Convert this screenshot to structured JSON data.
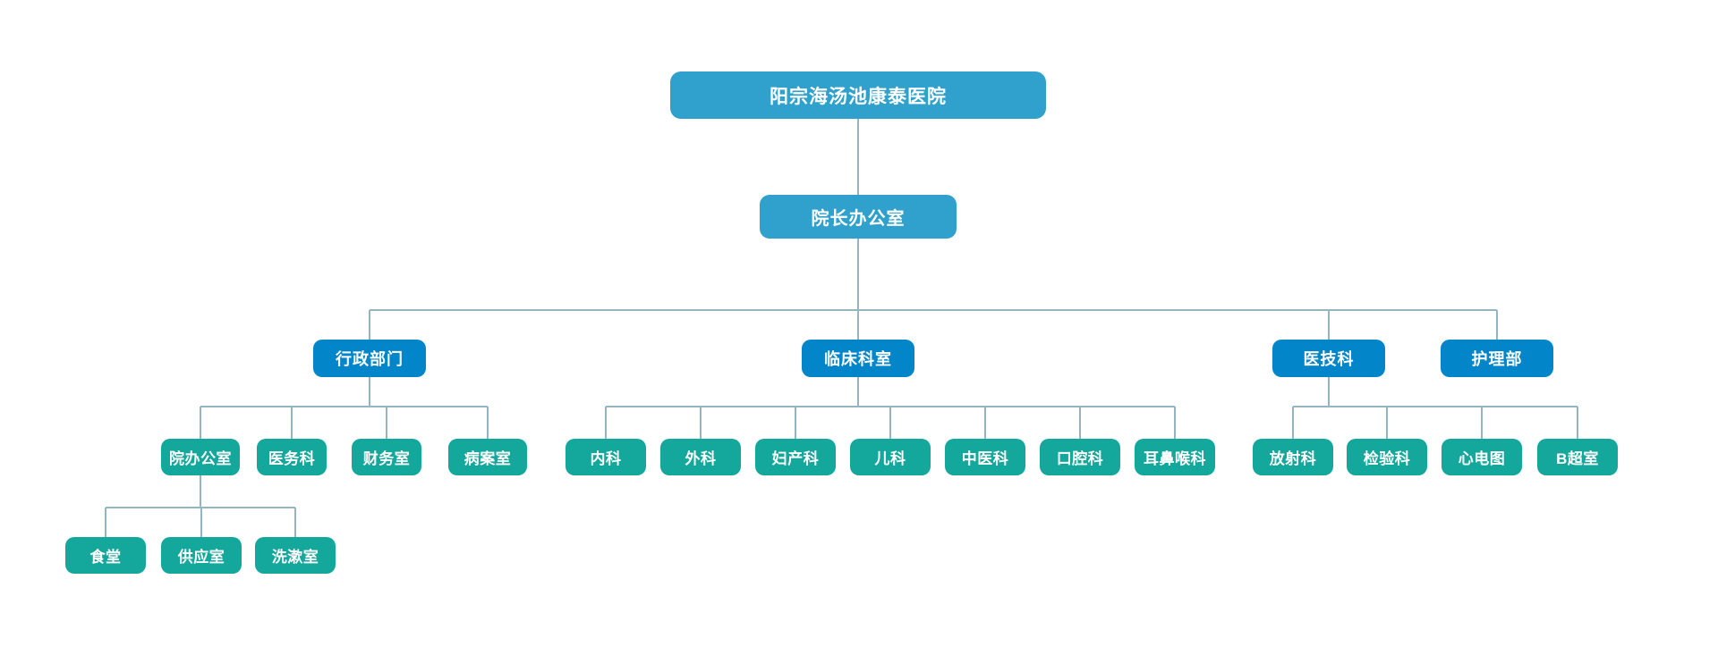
{
  "org_chart": {
    "title": "阳宗海汤池康泰医院",
    "root": {
      "label": "阳宗海汤池康泰医院"
    },
    "director": {
      "label": "院长办公室"
    },
    "branches": [
      {
        "label": "行政部门",
        "children": [
          {
            "label": "院办公室",
            "children": [
              {
                "label": "食堂"
              },
              {
                "label": "供应室"
              },
              {
                "label": "洗漱室"
              }
            ]
          },
          {
            "label": "医务科"
          },
          {
            "label": "财务室"
          },
          {
            "label": "病案室"
          }
        ]
      },
      {
        "label": "临床科室",
        "children": [
          {
            "label": "内科"
          },
          {
            "label": "外科"
          },
          {
            "label": "妇产科"
          },
          {
            "label": "儿科"
          },
          {
            "label": "中医科"
          },
          {
            "label": "口腔科"
          },
          {
            "label": "耳鼻喉科"
          }
        ]
      },
      {
        "label": "医技科",
        "children": [
          {
            "label": "放射科"
          },
          {
            "label": "检验科"
          },
          {
            "label": "心电图"
          },
          {
            "label": "B超室"
          }
        ]
      },
      {
        "label": "护理部",
        "children": []
      }
    ],
    "colors": {
      "root_fill": "#30a1cc",
      "branch_fill": "#0285c9",
      "leaf_fill": "#14a79b",
      "connector": "#93b6c0",
      "text": "#ffffff",
      "background": "#ffffff"
    }
  }
}
